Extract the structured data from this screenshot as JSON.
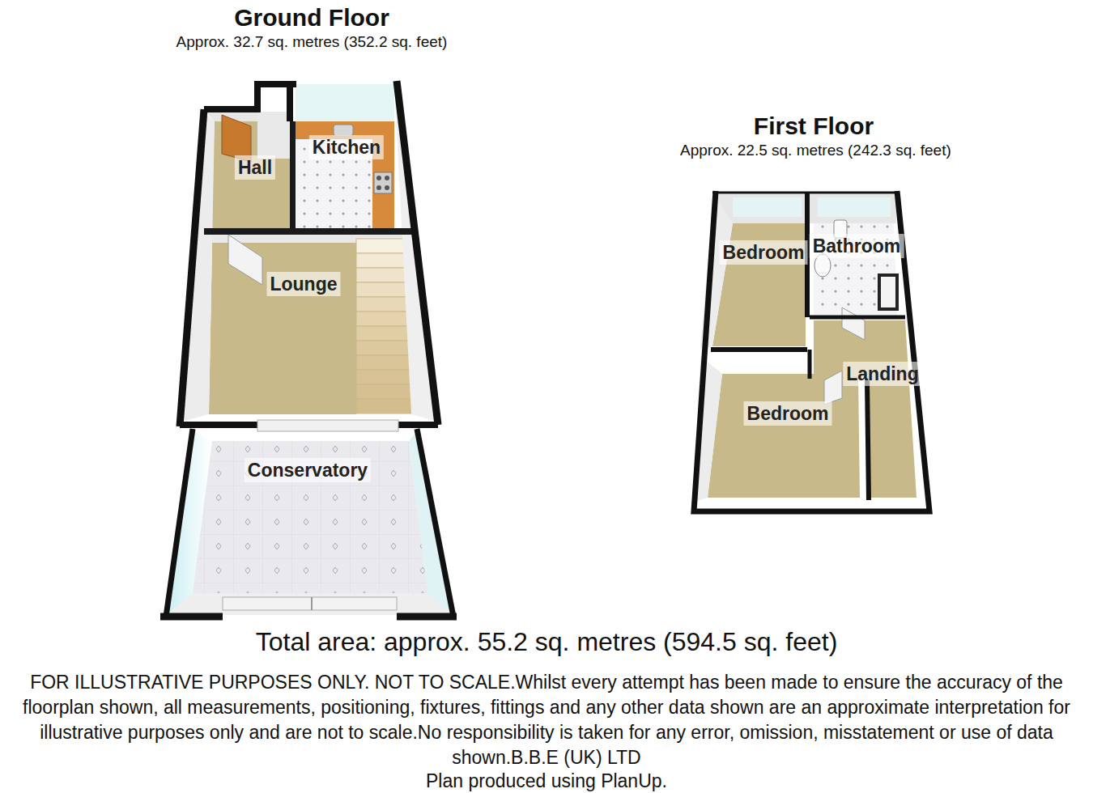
{
  "diagram": {
    "nodes": [
      {
        "text": [
          "Ground Floor",
          "Approx.  32.7 sq. metres (352.2 sq. feet)"
        ]
      },
      {
        "text": [
          "Hall"
        ],
        "in": 0
      },
      {
        "text": [
          "Kitchen"
        ],
        "in": 0
      },
      {
        "text": [
          "Lounge"
        ],
        "in": 0
      },
      {
        "text": [
          "Conservatory"
        ],
        "in": 0
      },
      {
        "text": [
          "First Floor",
          "Approx.  22.5 sq. metres (242.3 sq. feet)"
        ]
      },
      {
        "text": [
          "Bedroom"
        ],
        "in": 5
      },
      {
        "text": [
          "Bathroom"
        ],
        "in": 5
      },
      {
        "text": [
          "Landing"
        ],
        "in": 5
      },
      {
        "text": [
          "Bedroom"
        ],
        "in": 5
      }
    ],
    "labels": [
      "Total area: approx.  55.2 sq. metres (594.5 sq. feet)",
      "FOR ILLUSTRATIVE PURPOSES ONLY. NOT TO SCALE.Whilst every attempt has been made to ensure the accuracy of the floorplan shown, all measurements, positioning, fixtures, fittings and any other data shown are an approximate interpretation for illustrative purposes only and are not to scale.No responsibility is taken for any error, omission, misstatement or use of data shown.B.B.E (UK) LTD",
      "Plan produced using PlanUp."
    ]
  }
}
